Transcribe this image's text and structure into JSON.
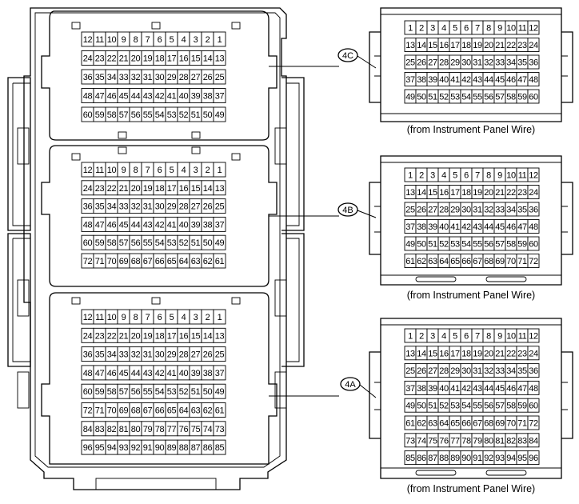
{
  "junction_block": {
    "connector_4c": {
      "rows": [
        [
          "12",
          "11",
          "10",
          "9",
          "8",
          "7",
          "6",
          "5",
          "4",
          "3",
          "2",
          "1"
        ],
        [
          "24",
          "23",
          "22",
          "21",
          "20",
          "19",
          "18",
          "17",
          "16",
          "15",
          "14",
          "13"
        ],
        [
          "36",
          "35",
          "34",
          "33",
          "32",
          "31",
          "30",
          "29",
          "28",
          "27",
          "26",
          "25"
        ],
        [
          "48",
          "47",
          "46",
          "45",
          "44",
          "43",
          "42",
          "41",
          "40",
          "39",
          "38",
          "37"
        ],
        [
          "60",
          "59",
          "58",
          "57",
          "56",
          "55",
          "54",
          "53",
          "52",
          "51",
          "50",
          "49"
        ]
      ]
    },
    "connector_4b": {
      "rows": [
        [
          "12",
          "11",
          "10",
          "9",
          "8",
          "7",
          "6",
          "5",
          "4",
          "3",
          "2",
          "1"
        ],
        [
          "24",
          "23",
          "22",
          "21",
          "20",
          "19",
          "18",
          "17",
          "16",
          "15",
          "14",
          "13"
        ],
        [
          "36",
          "35",
          "34",
          "33",
          "32",
          "31",
          "30",
          "29",
          "28",
          "27",
          "26",
          "25"
        ],
        [
          "48",
          "47",
          "46",
          "45",
          "44",
          "43",
          "42",
          "41",
          "40",
          "39",
          "38",
          "37"
        ],
        [
          "60",
          "59",
          "58",
          "57",
          "56",
          "55",
          "54",
          "53",
          "52",
          "51",
          "50",
          "49"
        ],
        [
          "72",
          "71",
          "70",
          "69",
          "68",
          "67",
          "66",
          "65",
          "64",
          "63",
          "62",
          "61"
        ]
      ]
    },
    "connector_4a": {
      "rows": [
        [
          "12",
          "11",
          "10",
          "9",
          "8",
          "7",
          "6",
          "5",
          "4",
          "3",
          "2",
          "1"
        ],
        [
          "24",
          "23",
          "22",
          "21",
          "20",
          "19",
          "18",
          "17",
          "16",
          "15",
          "14",
          "13"
        ],
        [
          "36",
          "35",
          "34",
          "33",
          "32",
          "31",
          "30",
          "29",
          "28",
          "27",
          "26",
          "25"
        ],
        [
          "48",
          "47",
          "46",
          "45",
          "44",
          "43",
          "42",
          "41",
          "40",
          "39",
          "38",
          "37"
        ],
        [
          "60",
          "59",
          "58",
          "57",
          "56",
          "55",
          "54",
          "53",
          "52",
          "51",
          "50",
          "49"
        ],
        [
          "72",
          "71",
          "70",
          "69",
          "68",
          "67",
          "66",
          "65",
          "64",
          "63",
          "62",
          "61"
        ],
        [
          "84",
          "83",
          "82",
          "81",
          "80",
          "79",
          "78",
          "77",
          "76",
          "75",
          "74",
          "73"
        ],
        [
          "96",
          "95",
          "94",
          "93",
          "92",
          "91",
          "90",
          "89",
          "88",
          "87",
          "86",
          "85"
        ]
      ]
    }
  },
  "connectors": [
    {
      "id": "4C",
      "label": "4C",
      "caption": "(from Instrument Panel Wire)",
      "rows": [
        [
          "1",
          "2",
          "3",
          "4",
          "5",
          "6",
          "7",
          "8",
          "9",
          "10",
          "11",
          "12"
        ],
        [
          "13",
          "14",
          "15",
          "16",
          "17",
          "18",
          "19",
          "20",
          "21",
          "22",
          "23",
          "24"
        ],
        [
          "25",
          "26",
          "27",
          "28",
          "29",
          "30",
          "31",
          "32",
          "33",
          "34",
          "35",
          "36"
        ],
        [
          "37",
          "38",
          "39",
          "40",
          "41",
          "42",
          "43",
          "44",
          "45",
          "46",
          "47",
          "48"
        ],
        [
          "49",
          "50",
          "51",
          "52",
          "53",
          "54",
          "55",
          "56",
          "57",
          "58",
          "59",
          "60"
        ]
      ]
    },
    {
      "id": "4B",
      "label": "4B",
      "caption": "(from Instrument Panel Wire)",
      "rows": [
        [
          "1",
          "2",
          "3",
          "4",
          "5",
          "6",
          "7",
          "8",
          "9",
          "10",
          "11",
          "12"
        ],
        [
          "13",
          "14",
          "15",
          "16",
          "17",
          "18",
          "19",
          "20",
          "21",
          "22",
          "23",
          "24"
        ],
        [
          "25",
          "26",
          "27",
          "28",
          "29",
          "30",
          "31",
          "32",
          "33",
          "34",
          "35",
          "36"
        ],
        [
          "37",
          "38",
          "39",
          "40",
          "41",
          "42",
          "43",
          "44",
          "45",
          "46",
          "47",
          "48"
        ],
        [
          "49",
          "50",
          "51",
          "52",
          "53",
          "54",
          "55",
          "56",
          "57",
          "58",
          "59",
          "60"
        ],
        [
          "61",
          "62",
          "63",
          "64",
          "65",
          "66",
          "67",
          "68",
          "69",
          "70",
          "71",
          "72"
        ]
      ]
    },
    {
      "id": "4A",
      "label": "4A",
      "caption": "(from Instrument Panel Wire)",
      "rows": [
        [
          "1",
          "2",
          "3",
          "4",
          "5",
          "6",
          "7",
          "8",
          "9",
          "10",
          "11",
          "12"
        ],
        [
          "13",
          "14",
          "15",
          "16",
          "17",
          "18",
          "19",
          "20",
          "21",
          "22",
          "23",
          "24"
        ],
        [
          "25",
          "26",
          "27",
          "28",
          "29",
          "30",
          "31",
          "32",
          "33",
          "34",
          "35",
          "36"
        ],
        [
          "37",
          "38",
          "39",
          "40",
          "41",
          "42",
          "43",
          "44",
          "45",
          "46",
          "47",
          "48"
        ],
        [
          "49",
          "50",
          "51",
          "52",
          "53",
          "54",
          "55",
          "56",
          "57",
          "58",
          "59",
          "60"
        ],
        [
          "61",
          "62",
          "63",
          "64",
          "65",
          "66",
          "67",
          "68",
          "69",
          "70",
          "71",
          "72"
        ],
        [
          "73",
          "74",
          "75",
          "76",
          "77",
          "78",
          "79",
          "80",
          "81",
          "82",
          "83",
          "84"
        ],
        [
          "85",
          "86",
          "87",
          "88",
          "89",
          "90",
          "91",
          "92",
          "93",
          "94",
          "95",
          "96"
        ]
      ]
    }
  ]
}
